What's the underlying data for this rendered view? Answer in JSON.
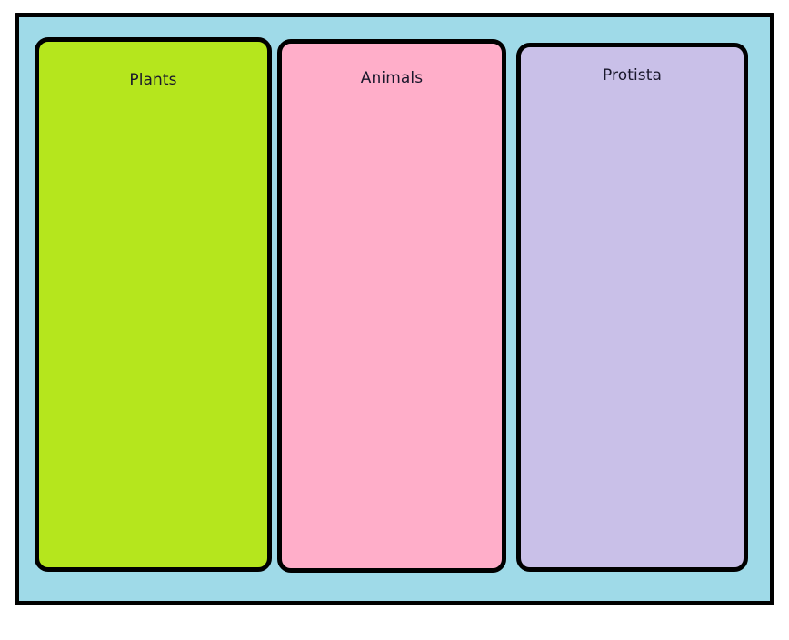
{
  "diagram": {
    "type": "category-columns",
    "title": "",
    "frame": {
      "background_color": "#9FDAE8",
      "border_color": "#000000"
    },
    "columns": [
      {
        "id": "plants",
        "label": "Plants",
        "fill_color": "#B5E61D",
        "border_color": "#000000",
        "text_color": "#19172B",
        "items": []
      },
      {
        "id": "animals",
        "label": "Animals",
        "fill_color": "#FFAEC9",
        "border_color": "#000000",
        "text_color": "#19172B",
        "items": []
      },
      {
        "id": "protista",
        "label": "Protista",
        "fill_color": "#C9C0E8",
        "border_color": "#000000",
        "text_color": "#19172B",
        "items": []
      }
    ]
  }
}
